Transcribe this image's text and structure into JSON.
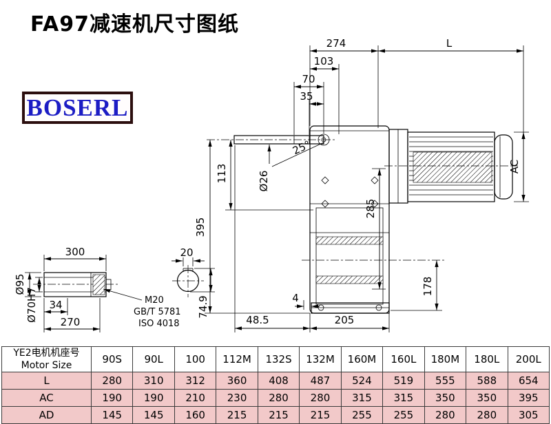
{
  "page": {
    "title": "FA97减速机尺寸图纸"
  },
  "logo": {
    "text": "BOSERL"
  },
  "drawing": {
    "main_view": {
      "dim_274": "274",
      "dim_L": "L",
      "dim_103": "103",
      "dim_70": "70",
      "dim_35": "35",
      "angle_25": "25°",
      "dia_26": "Ø26",
      "dim_113": "113",
      "dim_395": "395",
      "dim_285": "285",
      "dim_AC": "AC",
      "dim_178": "178",
      "dim_4": "4",
      "dim_48_5": "48.5",
      "dim_205": "205"
    },
    "shaft_detail": {
      "dim_300": "300",
      "dia_95": "Ø95",
      "dia_70H7": "Ø70H7",
      "dim_34": "34",
      "dim_270": "270",
      "note_m20": "M20",
      "note_gb": "GB/T 5781",
      "note_iso": "ISO 4018"
    },
    "key_detail": {
      "dim_20": "20",
      "dim_74_9": "74.9"
    }
  },
  "table": {
    "header": {
      "line1": "YE2电机机座号",
      "line2": "Motor Size"
    },
    "columns": [
      "90S",
      "90L",
      "100",
      "112M",
      "132S",
      "132M",
      "160M",
      "160L",
      "180M",
      "180L",
      "200L"
    ],
    "rows": [
      {
        "label": "L",
        "values": [
          "280",
          "310",
          "312",
          "360",
          "408",
          "487",
          "524",
          "519",
          "555",
          "588",
          "654"
        ]
      },
      {
        "label": "AC",
        "values": [
          "190",
          "190",
          "210",
          "230",
          "280",
          "280",
          "315",
          "315",
          "350",
          "350",
          "395"
        ]
      },
      {
        "label": "AD",
        "values": [
          "145",
          "145",
          "160",
          "215",
          "215",
          "215",
          "255",
          "255",
          "280",
          "280",
          "305"
        ]
      }
    ]
  }
}
